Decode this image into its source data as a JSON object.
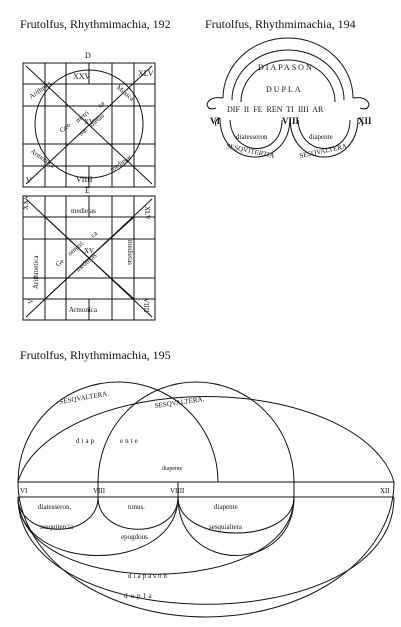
{
  "captions": {
    "fig192": "Frutolfus, Rhythmimachia, 192",
    "fig194": "Frutolfus, Rhythmimachia, 194",
    "fig195": "Frutolfus, Rhythmimachia, 195"
  },
  "fig192": {
    "top": {
      "letter_top": "D",
      "numbers": [
        "XXV",
        "XLV",
        "V",
        "VIIII"
      ],
      "arithmetica": "Arithmet.",
      "musica": "Musica",
      "armonica": "Armonica",
      "medieta": "medietat",
      "geo": "Geo",
      "metri": "metri",
      "ca": "ca",
      "me": "me",
      "dietas": "dietas",
      "xv": "XV"
    },
    "letter_mid": "E",
    "bottom": {
      "numbers": [
        "XXV",
        "XLV",
        "V",
        "VIIII"
      ],
      "medietas": "medietas",
      "arithmetica": "Arithmetica",
      "medietas_right": "medietas",
      "armonica": "Armonica",
      "geo": "Ge",
      "ometri": "ometri",
      "ca": "ca",
      "xv": "XV",
      "medietas_center": "medietas"
    }
  },
  "fig194": {
    "diapason": "DIAPASON",
    "dupla": "DUPLA",
    "syllables": "DIF  II  FE  REN  TI  IIII  AR",
    "left_num": "VI",
    "mid_num": "VIII",
    "right_num": "XII",
    "diatesseron": "diatesseron",
    "diapente": "diapente",
    "sesquitertia": "SESQVITERTIA",
    "sesqualtera": "SESQVALTERA"
  },
  "fig195": {
    "sesqualtera1": "SESQVALTERA.",
    "sesqualtera2": "SESQVALTERA.",
    "diap": "diap",
    "ente": "ente",
    "diapente_small": "diapente",
    "numbers": [
      "VI",
      "VIII",
      "VIIII",
      "XII"
    ],
    "diatesseron": "diatesseron.",
    "tonus": "tonus.",
    "diapente": "diapente",
    "sesquitercia": "sesquitercia",
    "epogdous": "epogdous",
    "sesquialtera": "sesquialtera",
    "diapason": "diapason",
    "dupla": "dupla"
  }
}
